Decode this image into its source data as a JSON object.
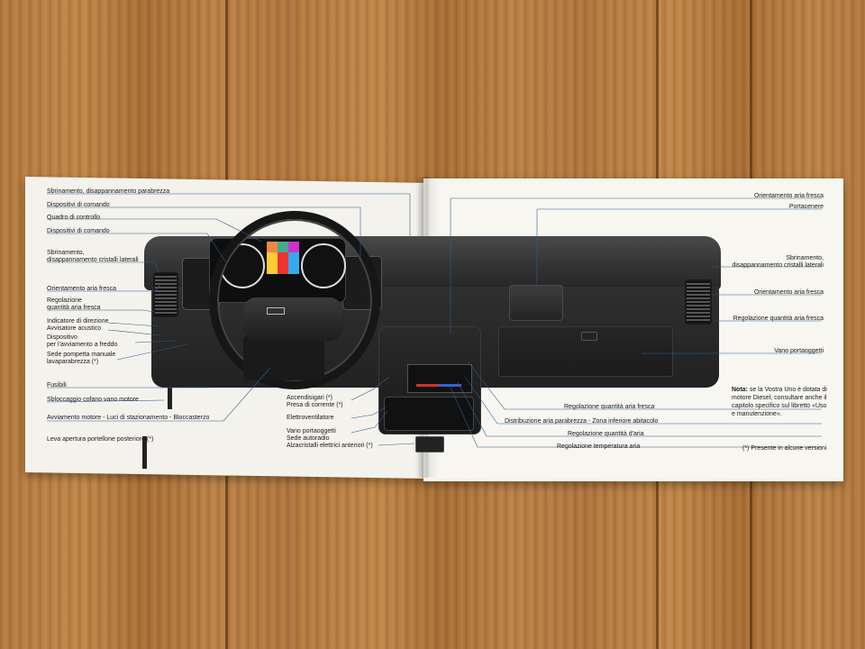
{
  "left_labels": [
    "Sbrinamento, disappannamento parabrezza",
    "Dispositivi di comando",
    "Quadro di controllo",
    "Dispositivi di comando",
    "Sbrinamento,",
    "disappannamento cristalli laterali",
    "Orientamento aria fresca",
    "Regolazione",
    "quantità aria fresca",
    "Indicatore di direzione",
    "Avvisatore acustico",
    "Dispositivo",
    "per l'avviamento a freddo",
    "Sede pompetta manuale",
    "lavaparabrezza (*)",
    "Fusibili",
    "Sbloccaggio cofano vano motore",
    "Avviamento motore - Luci di stazionamento - Bloccasterzo",
    "Leva apertura portellone posteriore (*)"
  ],
  "center_labels": [
    "Accendisigari (*)",
    "Presa di corrente (*)",
    "Elettroventilatore",
    "Vano portaoggetti",
    "Sede autoradio",
    "Alzacristalli elettrici anteriori (*)"
  ],
  "right_labels": [
    "Orientamento aria fresca",
    "Portacenere",
    "Sbrinamento,",
    "disappannamento cristalli laterali",
    "Orientamento aria fresca",
    "Regolazione quantità aria fresca",
    "Vano portaoggetti",
    "Regolazione quantità aria fresca",
    "Distribuzione aria parabrezza - Zona inferiore abitacolo",
    "Regolazione quantità d'aria",
    "Regolazione temperatura aria"
  ],
  "nota": {
    "label": "Nota:",
    "text": "se la Vostra Uno è dotata di motore Diesel, consultare anche il capitolo specifico sul libretto «Uso e manutenzione»."
  },
  "footnote": "(*) Presente in alcune versioni"
}
